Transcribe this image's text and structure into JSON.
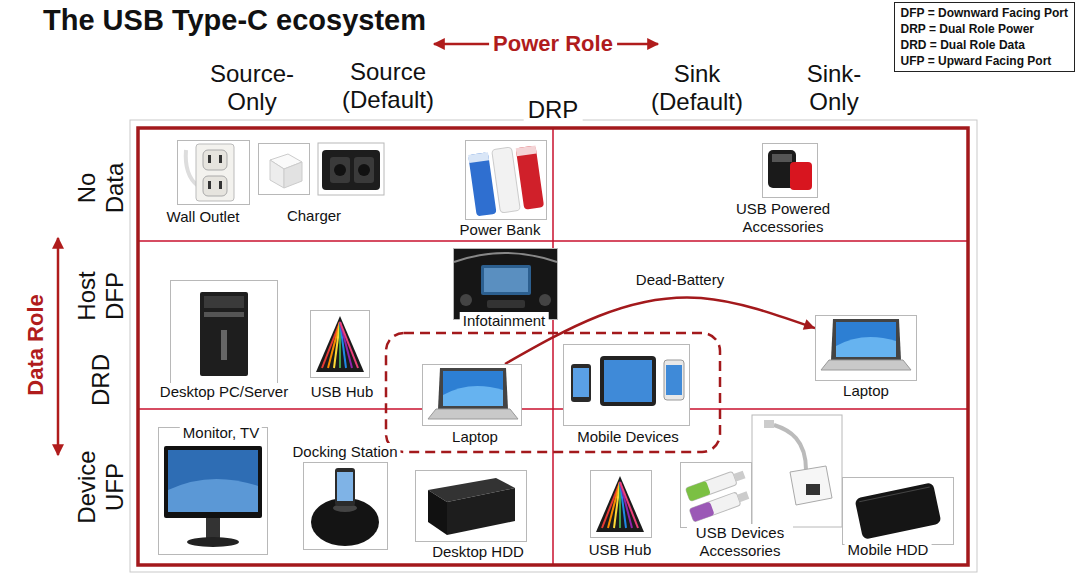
{
  "diagram": {
    "title": "The USB Type-C ecosystem",
    "nodes": [
      {
        "text": [
          "DFP = Downward Facing Port",
          "DRP = Dual Role Power",
          "DRD = Dual Role Data",
          "UFP = Upward Facing Port"
        ]
      },
      {
        "text": [
          "Wall Outlet"
        ]
      },
      {
        "text": [
          "Charger"
        ]
      },
      {
        "text": [
          "Power Bank"
        ]
      },
      {
        "text": [
          "USB Powered Accessories"
        ]
      },
      {
        "text": [
          "Infotainment"
        ]
      },
      {
        "text": [
          "Desktop PC/Server"
        ]
      },
      {
        "text": [
          "USB Hub"
        ]
      },
      {
        "text": [
          "Laptop"
        ]
      },
      {
        "text": [
          "Mobile Devices"
        ]
      },
      {
        "text": [
          "Laptop"
        ]
      },
      {
        "text": [
          "Monitor, TV"
        ]
      },
      {
        "text": [
          "Docking Station"
        ]
      },
      {
        "text": [
          "Desktop HDD"
        ]
      },
      {
        "text": [
          "USB Hub"
        ]
      },
      {
        "text": [
          "USB Devices Accessories"
        ]
      },
      {
        "text": [
          "Mobile HDD"
        ]
      }
    ],
    "edges": [
      {
        "from": 8,
        "to": 10,
        "label": "Dead-Battery",
        "arrow": "to"
      }
    ],
    "labels": [
      "Power Role",
      "Source-Only",
      "Source (Default)",
      "DRP",
      "Sink (Default)",
      "Sink-Only",
      "Data Role",
      "No Data",
      "Host DFP",
      "DRD",
      "Device UFP"
    ]
  }
}
